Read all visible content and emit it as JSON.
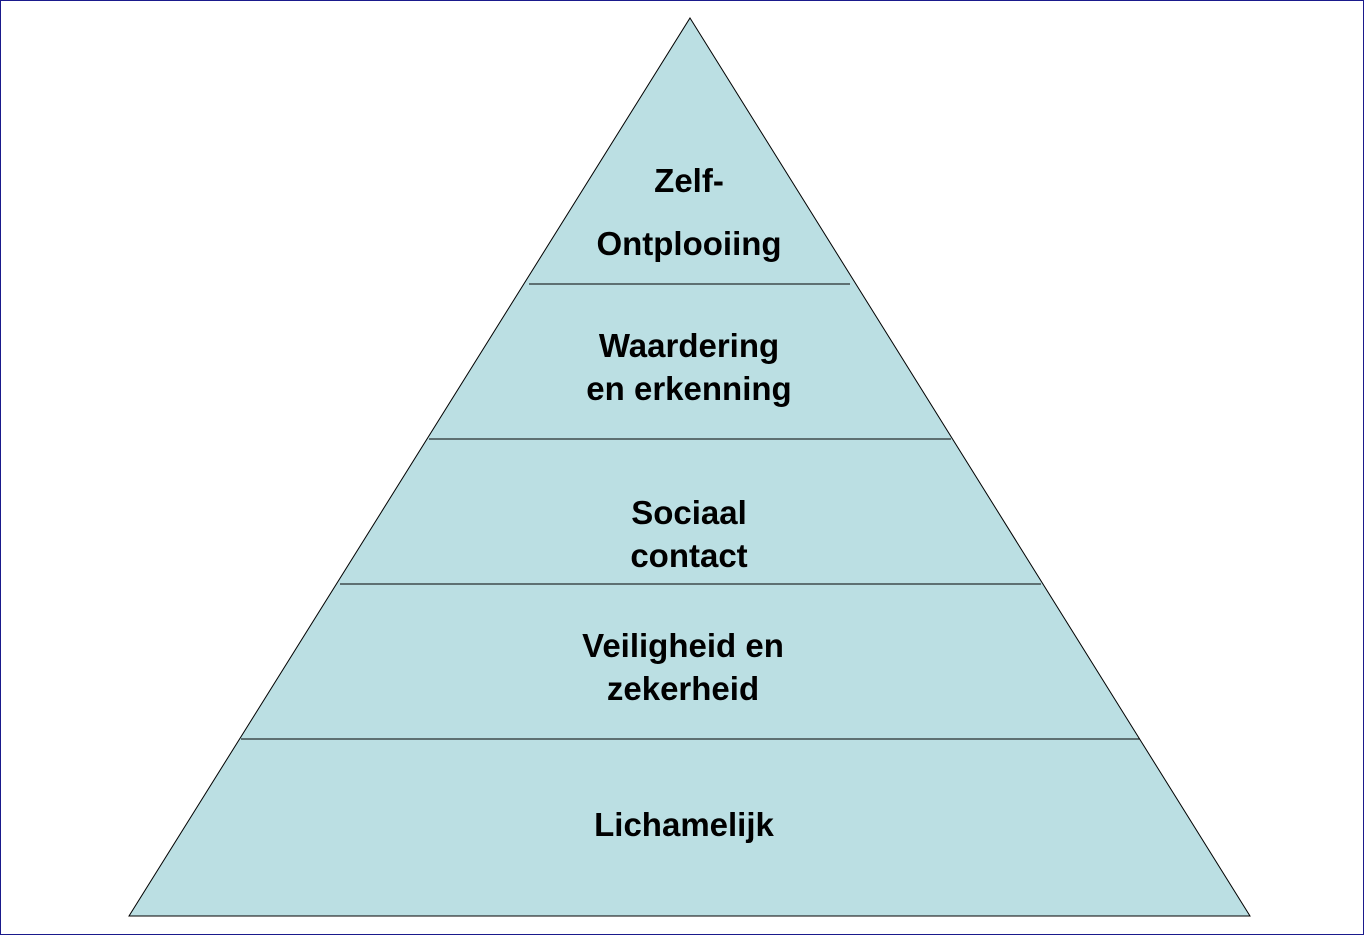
{
  "colors": {
    "fill": "#bbdfe3",
    "stroke": "#000000",
    "border": "#1a1a8c"
  },
  "levels": [
    {
      "lines": [
        "Zelf-",
        "Ontplooiing"
      ]
    },
    {
      "lines": [
        "Waardering",
        "en erkenning"
      ]
    },
    {
      "lines": [
        "Sociaal",
        "contact"
      ]
    },
    {
      "lines": [
        "Veiligheid en",
        "zekerheid"
      ]
    },
    {
      "lines": [
        "Lichamelijk"
      ]
    }
  ]
}
